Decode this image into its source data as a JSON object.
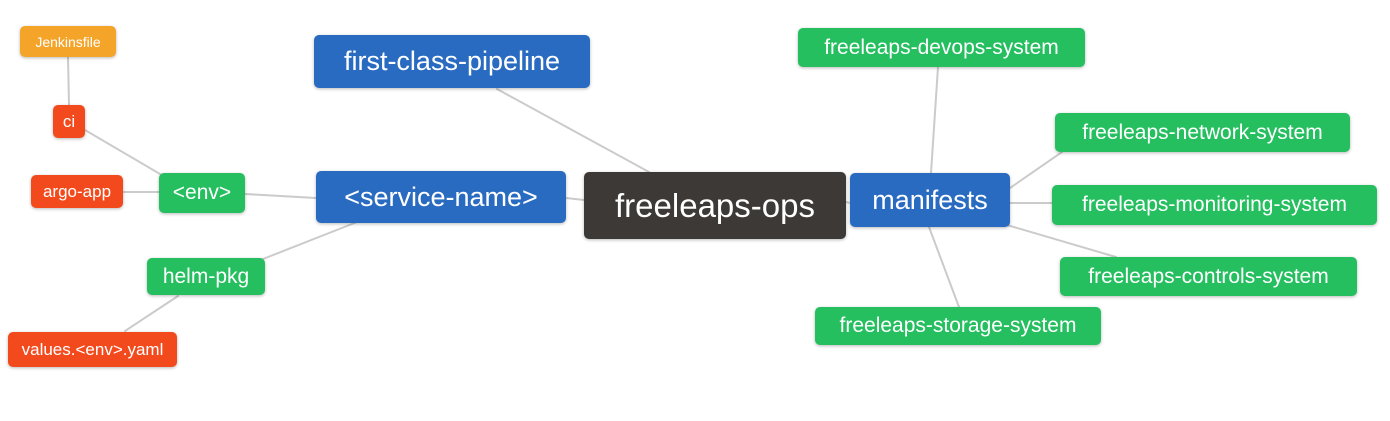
{
  "diagram": {
    "type": "mindmap",
    "root": "freeleaps-ops",
    "colors": {
      "branch_blue": "#2a6bc2",
      "leaf_green": "#25bf60",
      "accent_orange": "#f5a42a",
      "accent_red": "#f34a1d",
      "root_dark": "#3d3936",
      "edge_gray": "#cbcbcb",
      "text": "#ffffff",
      "background": "#ffffff"
    },
    "nodes": {
      "freeleaps_ops": {
        "label": "freeleaps-ops",
        "color": "#3d3936"
      },
      "first_class_pipeline": {
        "label": "first-class-pipeline",
        "color": "#2a6bc2"
      },
      "service_name": {
        "label": "<service-name>",
        "color": "#2a6bc2"
      },
      "manifests": {
        "label": "manifests",
        "color": "#2a6bc2"
      },
      "env": {
        "label": "<env>",
        "color": "#25bf60"
      },
      "helm_pkg": {
        "label": "helm-pkg",
        "color": "#25bf60"
      },
      "ci": {
        "label": "ci",
        "color": "#f34a1d"
      },
      "argo_app": {
        "label": "argo-app",
        "color": "#f34a1d"
      },
      "jenkinsfile": {
        "label": "Jenkinsfile",
        "color": "#f5a42a"
      },
      "values_env_yaml": {
        "label": "values.<env>.yaml",
        "color": "#f34a1d"
      },
      "devops_system": {
        "label": "freeleaps-devops-system",
        "color": "#25bf60"
      },
      "network_system": {
        "label": "freeleaps-network-system",
        "color": "#25bf60"
      },
      "monitoring_system": {
        "label": "freeleaps-monitoring-system",
        "color": "#25bf60"
      },
      "controls_system": {
        "label": "freeleaps-controls-system",
        "color": "#25bf60"
      },
      "storage_system": {
        "label": "freeleaps-storage-system",
        "color": "#25bf60"
      }
    },
    "edges": [
      {
        "from": "Jenkinsfile",
        "to": "ci"
      },
      {
        "from": "ci",
        "to": "<env>"
      },
      {
        "from": "argo-app",
        "to": "<env>"
      },
      {
        "from": "<env>",
        "to": "<service-name>"
      },
      {
        "from": "helm-pkg",
        "to": "<service-name>"
      },
      {
        "from": "values.<env>.yaml",
        "to": "helm-pkg"
      },
      {
        "from": "<service-name>",
        "to": "freeleaps-ops"
      },
      {
        "from": "first-class-pipeline",
        "to": "freeleaps-ops"
      },
      {
        "from": "freeleaps-ops",
        "to": "manifests"
      },
      {
        "from": "manifests",
        "to": "freeleaps-devops-system"
      },
      {
        "from": "manifests",
        "to": "freeleaps-network-system"
      },
      {
        "from": "manifests",
        "to": "freeleaps-monitoring-system"
      },
      {
        "from": "manifests",
        "to": "freeleaps-controls-system"
      },
      {
        "from": "manifests",
        "to": "freeleaps-storage-system"
      }
    ]
  }
}
